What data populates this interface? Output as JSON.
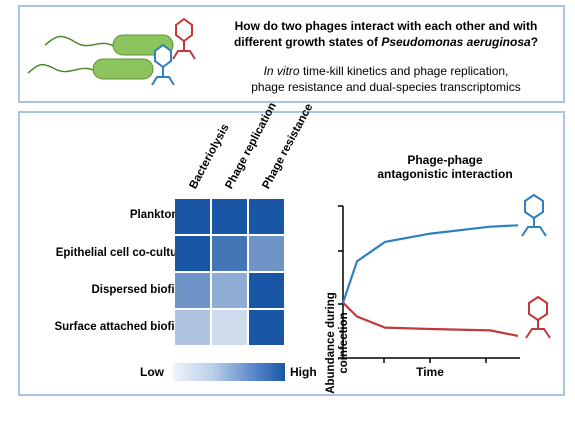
{
  "header": {
    "question_line1": "How do two phages interact with each other and with",
    "question_line2_prefix": "different growth states of ",
    "question_line2_species": "Pseudomonas aeruginosa",
    "question_line2_suffix": "?",
    "method_line1_italic": "In vitro",
    "method_line1_rest": " time-kill kinetics and phage replication,",
    "method_line2": "phage resistance and dual-species transcriptomics"
  },
  "heatmap": {
    "columns": [
      "Bacteriolysis",
      "Phage replication",
      "Phage resistance"
    ],
    "rows": [
      "Planktonic",
      "Epithelial cell co-culture",
      "Dispersed biofilm",
      "Surface attached biofilm"
    ],
    "values": [
      [
        1.0,
        1.0,
        1.0
      ],
      [
        1.0,
        0.8,
        0.6
      ],
      [
        0.6,
        0.45,
        1.0
      ],
      [
        0.3,
        0.15,
        1.0
      ]
    ],
    "color_low": "#eef3fa",
    "color_high": "#1a56a6",
    "legend_low": "Low",
    "legend_high": "High"
  },
  "chart": {
    "title_line1": "Phage-phage",
    "title_line2": "antagonistic interaction",
    "ylabel_line1": "Abundance during",
    "ylabel_line2": "coinfection",
    "xlabel": "Time",
    "blue_color": "#2d7fc1",
    "red_color": "#c0393b",
    "chart_data": {
      "type": "line",
      "xlabel": "Time",
      "ylabel": "Abundance during coinfection",
      "series": [
        {
          "values_x": [
            0,
            0.08,
            0.24,
            0.5,
            0.84,
            1.0
          ],
          "values_y": [
            0.4,
            0.7,
            0.84,
            0.9,
            0.95,
            0.96
          ]
        },
        {
          "values_x": [
            0,
            0.08,
            0.24,
            0.5,
            0.84,
            1.0
          ],
          "values_y": [
            0.4,
            0.3,
            0.22,
            0.21,
            0.2,
            0.16
          ]
        }
      ],
      "xlim": [
        0,
        1
      ],
      "ylim": [
        0,
        1.1
      ]
    }
  },
  "icons": {
    "bacteria": "rod-bacteria-icon",
    "phage_blue": "blue-phage-icon",
    "phage_red": "red-phage-icon"
  }
}
